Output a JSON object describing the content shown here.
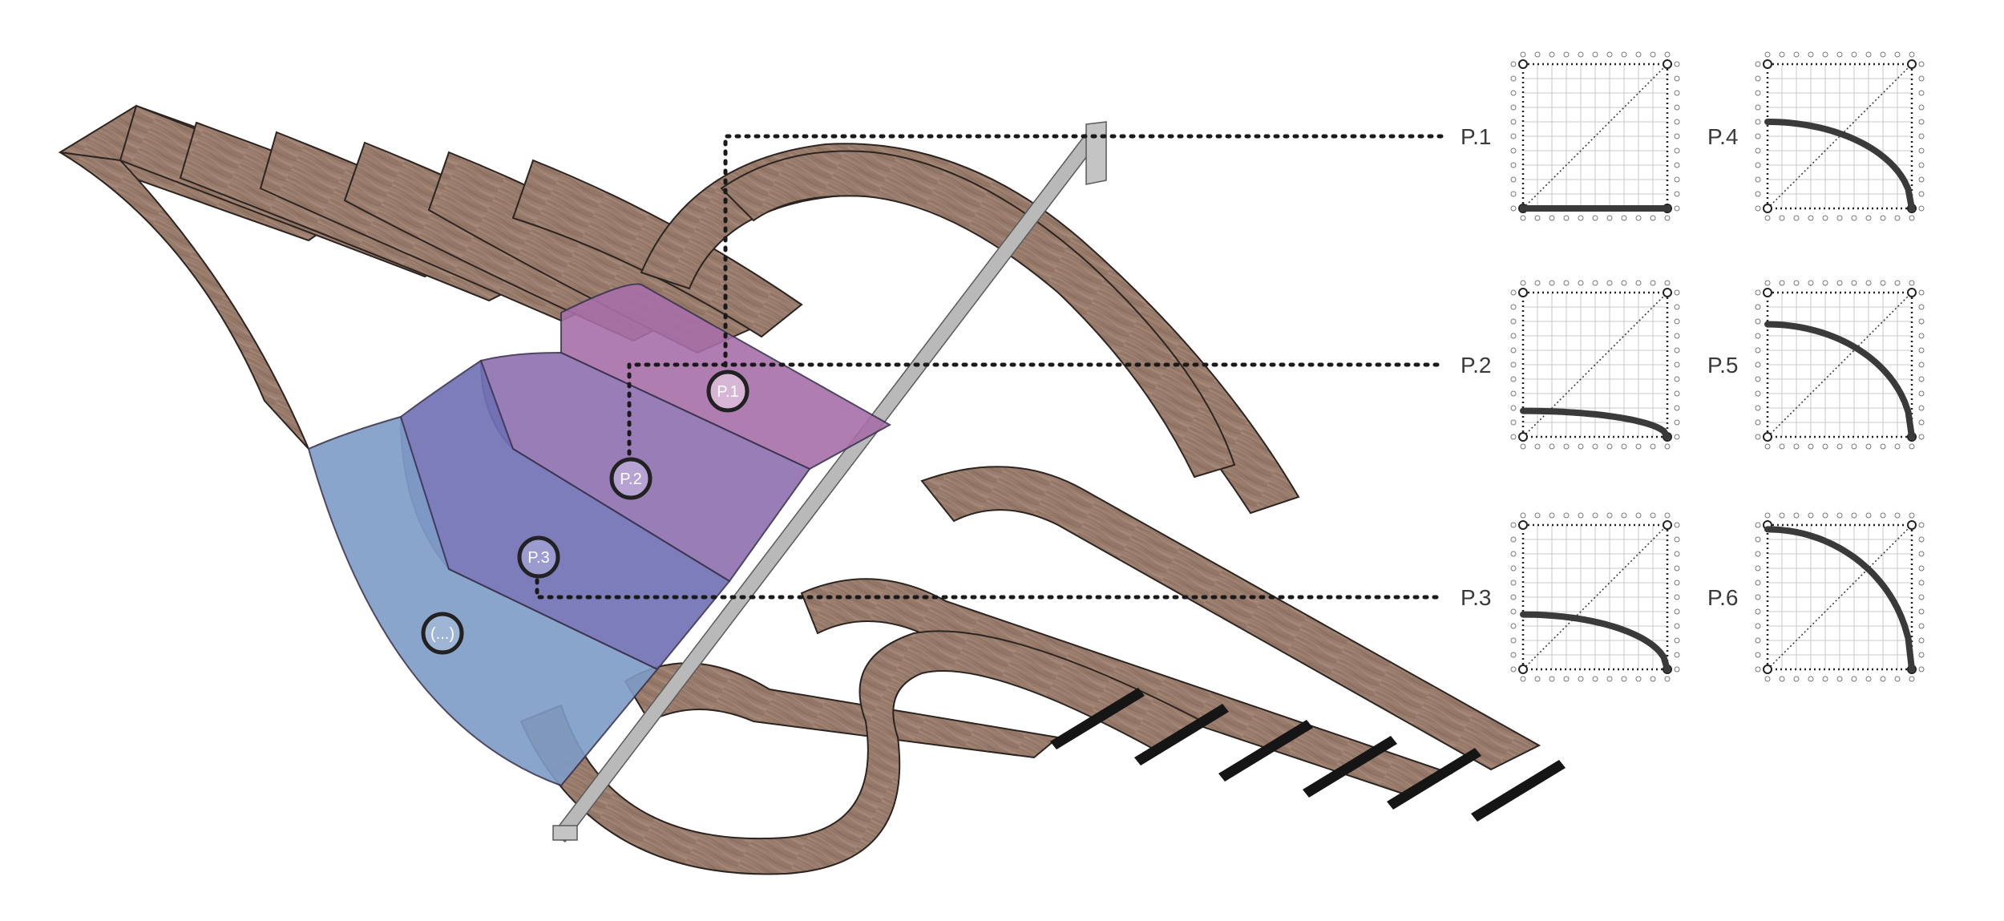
{
  "leaders": [
    {
      "id": "p1",
      "label": "P.1"
    },
    {
      "id": "p2",
      "label": "P.2"
    },
    {
      "id": "p3",
      "label": "P.3"
    }
  ],
  "badges": [
    {
      "id": "p1",
      "text": "P.1"
    },
    {
      "id": "p2",
      "text": "P.2"
    },
    {
      "id": "p3",
      "text": "P.3"
    },
    {
      "id": "etc",
      "text": "(...)"
    }
  ],
  "graphs": [
    {
      "label": "P.1",
      "curve": "flat-zero"
    },
    {
      "label": "P.2",
      "curve": "low-quarter-arc"
    },
    {
      "label": "P.3",
      "curve": "mid-quarter-arc"
    },
    {
      "label": "P.4",
      "curve": "upper-quarter-arc"
    },
    {
      "label": "P.5",
      "curve": "high-quarter-arc"
    },
    {
      "label": "P.6",
      "curve": "full-quarter-arc"
    }
  ],
  "graph_values": [
    {
      "label": "P.1",
      "start": 0.0,
      "power": 2.0
    },
    {
      "label": "P.2",
      "start": 0.18,
      "power": 2.0
    },
    {
      "label": "P.3",
      "start": 0.38,
      "power": 2.0
    },
    {
      "label": "P.4",
      "start": 0.6,
      "power": 2.0
    },
    {
      "label": "P.5",
      "start": 0.78,
      "power": 2.0
    },
    {
      "label": "P.6",
      "start": 0.97,
      "power": 2.0
    }
  ],
  "colors": {
    "wood": "#9b7c6c",
    "wood_dark": "#7d6357",
    "wood_edge": "#2b2420",
    "steel": "#b9b9b9",
    "panel_p1": "#a86fa8",
    "panel_p2": "#8f6fb0",
    "panel_p3": "#6f6fb4",
    "panel_etc": "#7e9cc6",
    "ink": "#2f2f2f"
  },
  "icons": [
    "dotted-leader-line",
    "profile-badge",
    "curve-graph"
  ]
}
